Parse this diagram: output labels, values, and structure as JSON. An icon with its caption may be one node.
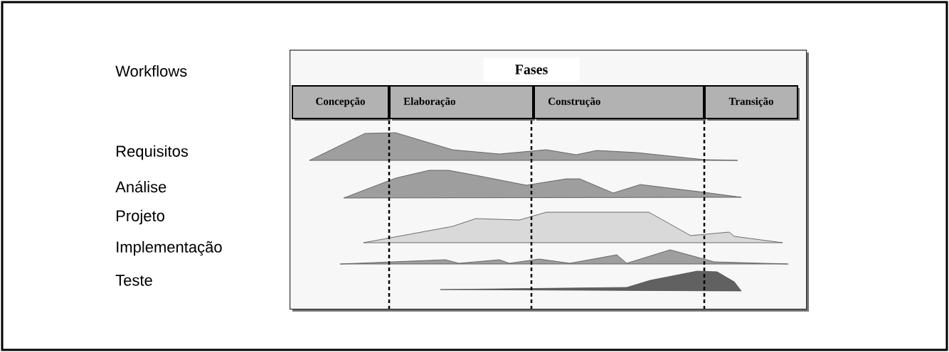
{
  "diagram": {
    "nodes": [
      {
        "text": [
          "Fases"
        ]
      },
      {
        "text": [
          "Concepção"
        ],
        "in": 0
      },
      {
        "text": [
          "Elaboração"
        ],
        "in": 0
      },
      {
        "text": [
          "Construção"
        ],
        "in": 0
      },
      {
        "text": [
          "Transição"
        ],
        "in": 0
      }
    ],
    "labels": [
      "Workflows",
      "Requisitos",
      "Análise",
      "Projeto",
      "Implementação",
      "Teste"
    ]
  }
}
